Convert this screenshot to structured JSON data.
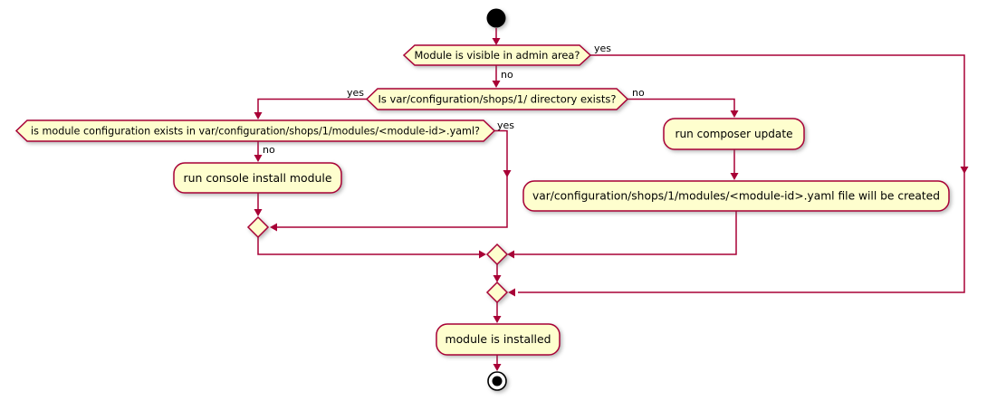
{
  "diagram": {
    "type": "activity-flowchart",
    "colors": {
      "node_fill": "#FEFECE",
      "node_border": "#A80036",
      "arrow": "#A80036",
      "text": "#000000",
      "terminal": "#000000",
      "background": "#FFFFFF"
    },
    "nodes": {
      "start": "start",
      "decision_module_visible": "Module is visible in admin area?",
      "decision_directory_exists": "Is var/configuration/shops/1/ directory exists?",
      "decision_config_exists": "is module configuration exists in var/configuration/shops/1/modules/<module-id>.yaml?",
      "action_console_install": "run console install module",
      "action_composer_update": "run composer update",
      "action_yaml_created": "var/configuration/shops/1/modules/<module-id>.yaml file will be created",
      "action_module_installed": "module is installed",
      "end": "end"
    },
    "edge_labels": {
      "module_visible_yes": "yes",
      "module_visible_no": "no",
      "directory_exists_yes": "yes",
      "directory_exists_no": "no",
      "config_exists_yes": "yes",
      "config_exists_no": "no"
    }
  }
}
